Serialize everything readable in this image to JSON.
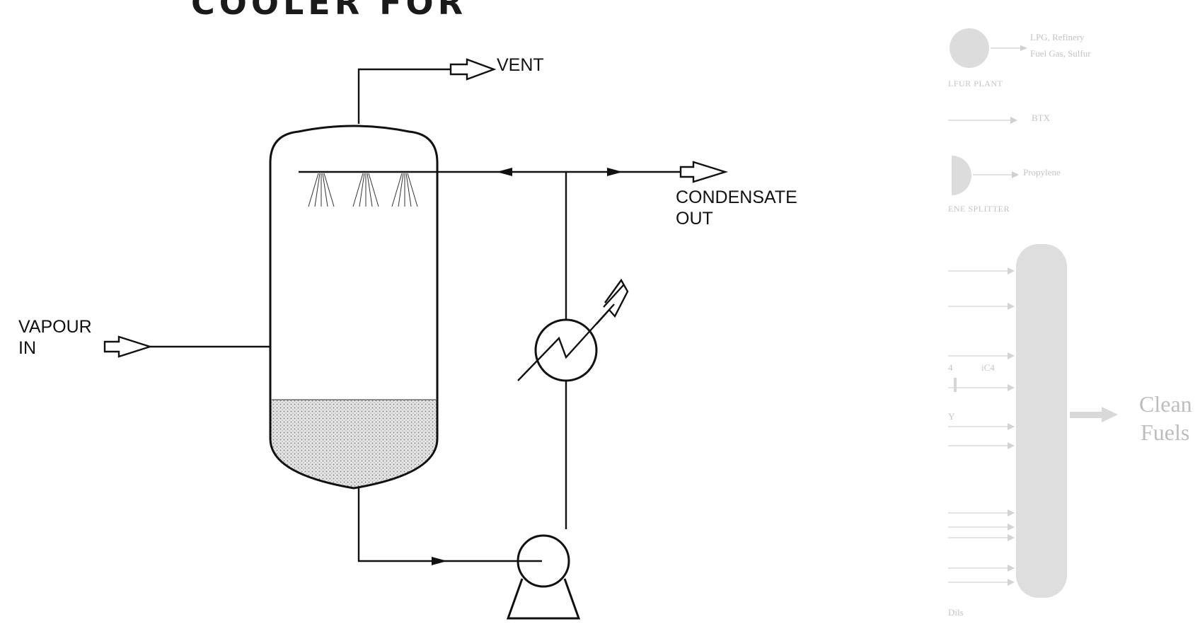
{
  "title": "COOLER FOR",
  "labels": {
    "vent": "VENT",
    "condensate_line1": "CONDENSATE",
    "condensate_line2": "OUT",
    "vapour_line1": "VAPOUR",
    "vapour_line2": "IN"
  },
  "background_diagram": {
    "lpg_line1": "LPG, Refinery",
    "lpg_line2": "Fuel Gas, Sulfur",
    "sulfur_plant": "LFUR PLANT",
    "btx": "BTX",
    "propylene": "Propylene",
    "splitter": "ENE SPLITTER",
    "ic4": "iC4",
    "ic4_left": "4",
    "ry": "Y",
    "clean_line1": "Clean",
    "clean_line2": "Fuels",
    "bottom": "Dils"
  },
  "colors": {
    "line": "#111111",
    "ghost": "#c4c4c4",
    "liquid": "#d9d9d9"
  }
}
